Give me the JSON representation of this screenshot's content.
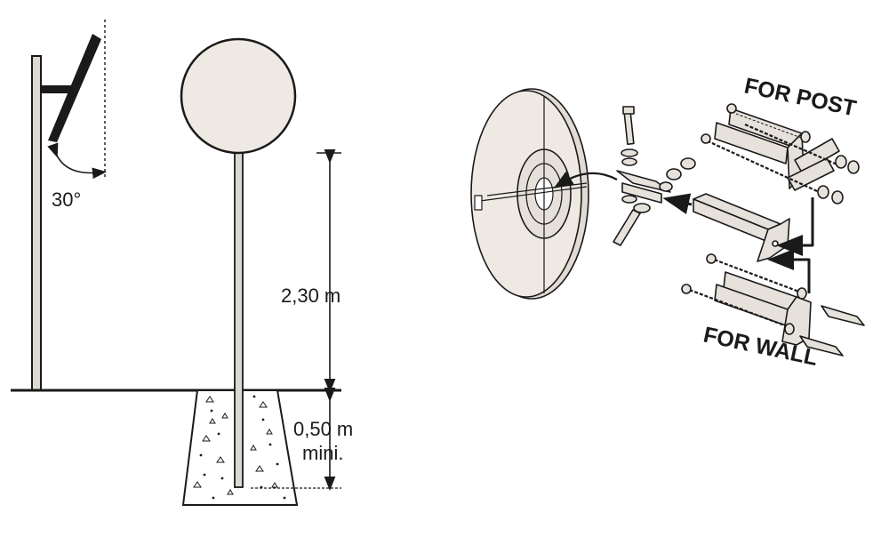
{
  "left_diagram": {
    "tilt_angle": "30°",
    "height_label": "2,30 m",
    "depth_label_line1": "0,50 m",
    "depth_label_line2": "mini."
  },
  "right_diagram": {
    "post_label": "FOR POST",
    "wall_label": "FOR WALL"
  },
  "colors": {
    "ink": "#1a1a1a",
    "mirror_fill": "#efe9e4",
    "post_fill": "#dcd8d2",
    "bracket_fill": "#e6e1da"
  }
}
